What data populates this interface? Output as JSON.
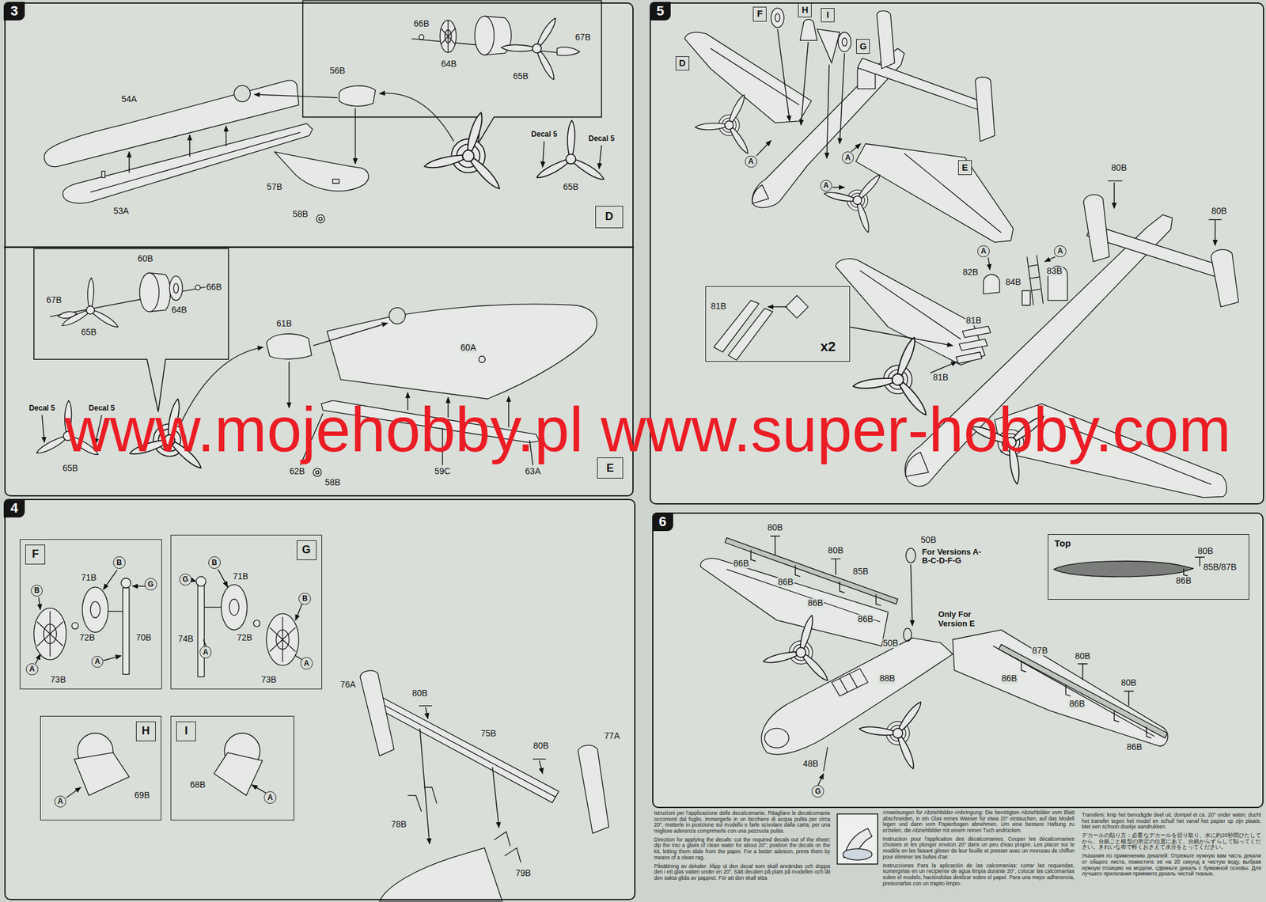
{
  "diagram": {
    "nodes": [
      {
        "text": [
          "3"
        ]
      },
      {
        "text": [
          "D"
        ],
        "in": 0
      },
      {
        "text": [
          "E"
        ],
        "in": 0
      },
      {
        "text": [
          "5"
        ]
      },
      {
        "text": [
          "F"
        ],
        "in": 3
      },
      {
        "text": [
          "H"
        ],
        "in": 3
      },
      {
        "text": [
          "I"
        ],
        "in": 3
      },
      {
        "text": [
          "G"
        ],
        "in": 3
      },
      {
        "text": [
          "D"
        ],
        "in": 3
      },
      {
        "text": [
          "A"
        ],
        "in": 3
      },
      {
        "text": [
          "A"
        ],
        "in": 3
      },
      {
        "text": [
          "A"
        ],
        "in": 3
      },
      {
        "text": [
          "E"
        ],
        "in": 3
      },
      {
        "text": [
          "x2"
        ],
        "in": 3
      },
      {
        "text": [
          "A"
        ],
        "in": 3
      },
      {
        "text": [
          "A"
        ],
        "in": 3
      },
      {
        "text": [
          "4"
        ]
      },
      {
        "text": [
          "F"
        ],
        "in": 16
      },
      {
        "text": [
          "B"
        ],
        "in": 17
      },
      {
        "text": [
          "B"
        ],
        "in": 17
      },
      {
        "text": [
          "G"
        ],
        "in": 17
      },
      {
        "text": [
          "A"
        ],
        "in": 17
      },
      {
        "text": [
          "A"
        ],
        "in": 17
      },
      {
        "text": [
          "G"
        ],
        "in": 16
      },
      {
        "text": [
          "G"
        ],
        "in": 23
      },
      {
        "text": [
          "B"
        ],
        "in": 23
      },
      {
        "text": [
          "B"
        ],
        "in": 23
      },
      {
        "text": [
          "A"
        ],
        "in": 23
      },
      {
        "text": [
          "A"
        ],
        "in": 23
      },
      {
        "text": [
          "H"
        ],
        "in": 16
      },
      {
        "text": [
          "A"
        ],
        "in": 29
      },
      {
        "text": [
          "I"
        ],
        "in": 16
      },
      {
        "text": [
          "A"
        ],
        "in": 31
      },
      {
        "text": [
          "6"
        ]
      },
      {
        "text": [
          "Top"
        ],
        "in": 33
      },
      {
        "text": [
          "G"
        ],
        "in": 33
      }
    ],
    "labels": [
      "66B",
      "64B",
      "67B",
      "65B",
      "54A",
      "56B",
      "57B",
      "53A",
      "58B",
      "Decal 5",
      "Decal 5",
      "65B",
      "60B",
      "66B",
      "67B",
      "64B",
      "65B",
      "61B",
      "60A",
      "Decal 5",
      "Decal 5",
      "65B",
      "62B",
      "59C",
      "63A",
      "58B",
      "80B",
      "80B",
      "82B",
      "84B",
      "83B",
      "81B",
      "81B",
      "81B",
      "www.mojehobby.pl www.super-hobby.com",
      "71B",
      "72B",
      "70B",
      "73B",
      "71B",
      "74B",
      "72B",
      "73B",
      "69B",
      "68B",
      "76A",
      "80B",
      "75B",
      "80B",
      "77A",
      "78B",
      "79B",
      "80B",
      "86B",
      "80B",
      "86B",
      "85B",
      "86B",
      "86B",
      "50B",
      "For Versions A-B-C-D-F-G",
      "Only For Version E",
      "50B",
      "88B",
      "87B",
      "80B",
      "86B",
      "80B",
      "86B",
      "86B",
      "48B",
      "80B",
      "85B/87B",
      "86B",
      "Istruzioni per l'applicazione delle decalcomanie. Ritagliare le decalcomanie occorrenti dal foglio, immergerle in un bicchiere di acqua pulita per circa 20″, metterle in posizione sul modello e farle scivolare dalla carta; per una migliore aderenza comprimerle con una pezzuola pulita.",
      "Direction for applying the decals: cut the required decals out of the sheet: dip the into a glass of clean water for about 20″; position the decals on the kit, letting them slide from the paper. For a better adesion, press them by means of a clean rag.",
      "Påsättning av dekaler: klipp ut den decal som skall användas och doppa den i ett glas vatten under en 20″. Sätt decalen på plats på modellen och låt den sakta glida av pappret. För att den skall sitta",
      "Anweisungen für Abziehbilder-Anbringung: Die benötigten Abziehbilder vom Blatt abschneiden, in ein Glas reines Wasser für etwa 20″ eintauchen, auf das Modell legen und dann vom Papierbogen abnehmen. Um eine bessere Haftung zu erzielen, die Abziehbilder mit einem reinen Tuch andrücken.",
      "Instruction pour l'application des décalcomanies. Couper les décalcomanies choisies et les plonger environ 20″ dans un peu d'eau propre. Les placer sur le modèle en les faisant glisser de leur feuille et presser avec un morceau de chiffon pour éliminer les bulles d'air.",
      "Instrucciones Para la aplicación de las calcomanías: cortar las requeridas, sumergirlas en un recipiente de agua limpia durante 20″, colocar las calcomanías sobre el modelo, haciéndolas deslizar sobre el papel. Para una mejor adherencia, presionarlas con un trapito limpio.",
      "Transfers: knip het benodigde deel uit, dompel et ca. 20″ onder water, ducht het transfer tegen het model en schuif het vanaf het papier op zijn plaats. Met een schoon doekje aandrukken.",
      "デカールの貼り方：必要なデカールを切り取り、水に約20秒間ひたしてから、台紙ごと模型の所定の位置にあて、台紙からずらして貼ってください。きれいな布で軽くおさえて水分をとってください。",
      "Указания по применению декалей: Отрежьте нужную вам часть декали от общего листа, поместите её на 20 секунд в чистую воду, выбрав нужную позицию на модели, сдвиньте декаль с бумажной основы. Для лучшего прилегания прижмите декаль чистой тканью."
    ]
  }
}
